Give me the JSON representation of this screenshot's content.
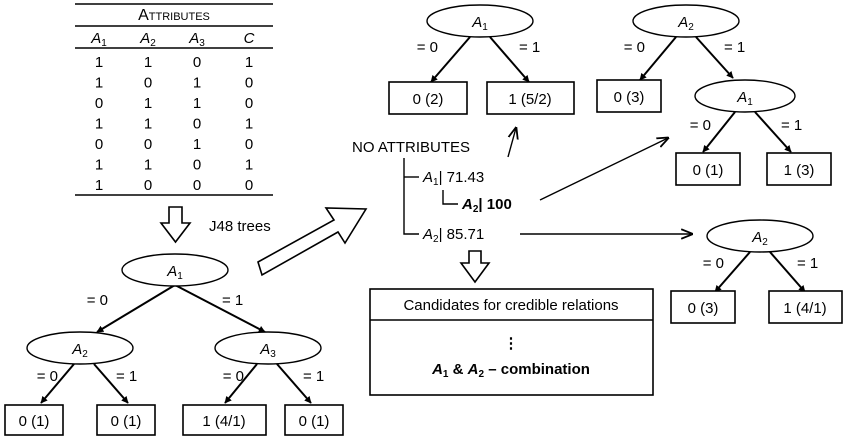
{
  "table": {
    "title": "Attributes",
    "headers": [
      {
        "base": "A",
        "sub": "1"
      },
      {
        "base": "A",
        "sub": "2"
      },
      {
        "base": "A",
        "sub": "3"
      },
      {
        "base": "C",
        "sub": ""
      }
    ],
    "rows": [
      [
        "1",
        "1",
        "0",
        "1"
      ],
      [
        "1",
        "0",
        "1",
        "0"
      ],
      [
        "0",
        "1",
        "1",
        "0"
      ],
      [
        "1",
        "1",
        "0",
        "1"
      ],
      [
        "0",
        "0",
        "1",
        "0"
      ],
      [
        "1",
        "1",
        "0",
        "1"
      ],
      [
        "1",
        "0",
        "0",
        "0"
      ]
    ]
  },
  "labels": {
    "j48": "J48 trees",
    "no_attributes": "NO ATTRIBUTES",
    "branch_a1_score": "| 71.43",
    "branch_a1a2_score": "| 100",
    "branch_a2_score": "| 85.71",
    "candidates_title": "Candidates for credible relations",
    "ellipsis": "⋮",
    "combination_amp": "&",
    "combination_suffix": "– combination",
    "eq0": "= 0",
    "eq1": "= 1"
  },
  "trees": {
    "bottom": {
      "root": "A1",
      "left": "A2",
      "right": "A3",
      "leaves": [
        "0 (1)",
        "0 (1)",
        "1 (4/1)",
        "0 (1)"
      ]
    },
    "top_a1": {
      "root": "A1",
      "leaves": [
        "0 (2)",
        "1 (5/2)"
      ]
    },
    "top_a2": {
      "root": "A2",
      "leaf_left": "0 (3)",
      "child": "A1",
      "child_leaves": [
        "0 (1)",
        "1 (3)"
      ]
    },
    "right_a2": {
      "root": "A2",
      "leaves": [
        "0 (3)",
        "1 (4/1)"
      ]
    }
  },
  "attr": {
    "A1": {
      "base": "A",
      "sub": "1"
    },
    "A2": {
      "base": "A",
      "sub": "2"
    },
    "A3": {
      "base": "A",
      "sub": "3"
    }
  }
}
